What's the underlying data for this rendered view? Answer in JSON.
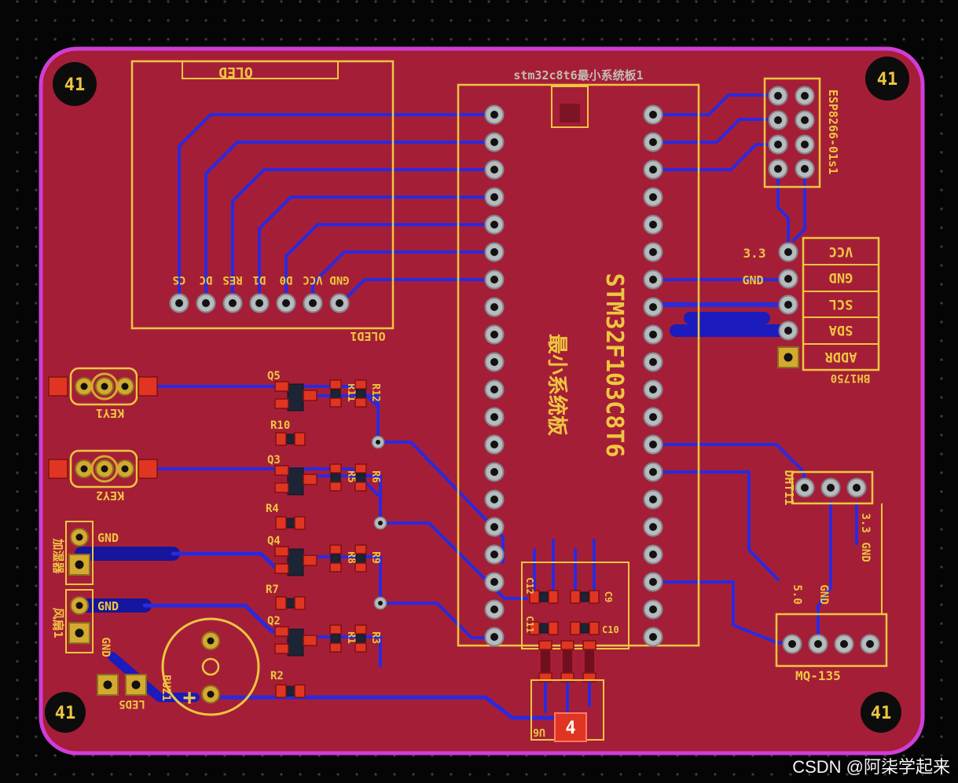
{
  "watermark": "CSDN @阿柒学起来",
  "fiducial": {
    "label": "41"
  },
  "oled": {
    "name": "OLED",
    "ref": "OLED1",
    "pins": [
      "CS",
      "DC",
      "RES",
      "D1",
      "D0",
      "VCC",
      "GND"
    ]
  },
  "mcu": {
    "silk_top": "stm32c8t6最小系统板1",
    "chip_name": "STM32F103C8T6",
    "board_name": "最小系统板"
  },
  "esp8266": {
    "ref": "ESP8266-01s1"
  },
  "bh1750": {
    "ref": "BH1750",
    "pins": [
      "VCC",
      "GND",
      "SCL",
      "SDA",
      "ADDR"
    ],
    "rail_voltage": "3.3",
    "rail_gnd": "GND"
  },
  "dht11": {
    "ref": "DHT11",
    "rail_voltage": "3.3",
    "rail_gnd": "GND"
  },
  "mq135": {
    "ref": "MQ-135",
    "rail_voltage": "5.0",
    "rail_gnd": "GND"
  },
  "keys": {
    "key1": "KEY1",
    "key2": "KEY2"
  },
  "humidifier": {
    "ref": "加湿器",
    "gnd": "GND"
  },
  "fan": {
    "ref": "风扇1",
    "gnd": "GND"
  },
  "led": {
    "ref": "LED5",
    "gnd": "GND"
  },
  "buzzer": {
    "ref": "BUZ1",
    "plus": "+"
  },
  "transistors": {
    "q2": "Q2",
    "q3": "Q3",
    "q4": "Q4",
    "q5": "Q5"
  },
  "resistors": {
    "r1": "R1",
    "r2": "R2",
    "r3": "R3",
    "r4": "R4",
    "r5": "R5",
    "r6": "R6",
    "r7": "R7",
    "r8": "R8",
    "r9": "R9",
    "r10": "R10",
    "r11": "R11",
    "r12": "R12"
  },
  "capacitors": {
    "c9": "C9",
    "c10": "C10",
    "c11": "C11",
    "c12": "C12"
  },
  "u6": {
    "ref": "U6",
    "pad": "4"
  }
}
